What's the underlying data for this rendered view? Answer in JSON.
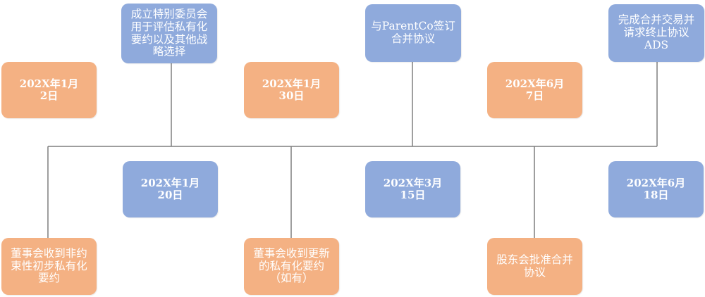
{
  "colors": {
    "orange": "#F4B183",
    "blue": "#8FAADC",
    "line": "#7F7F7F"
  },
  "dates": {
    "d1": "202X年1月\n2日",
    "d2": "202X年1月\n20日",
    "d3": "202X年1月\n30日",
    "d4": "202X年3月\n15日",
    "d5": "202X年6月\n7日",
    "d6": "202X年6月\n18日"
  },
  "events": {
    "e1": "董事会收到非约束性初步私有化要约",
    "e2": "成立特别委员会用于评估私有化要约以及其他战略选择",
    "e3": "董事会收到更新的私有化要约（如有）",
    "e4": "与ParentCo签订合并协议",
    "e5": "股东会批准合并协议",
    "e6": "完成合并交易并请求终止协议ADS"
  }
}
